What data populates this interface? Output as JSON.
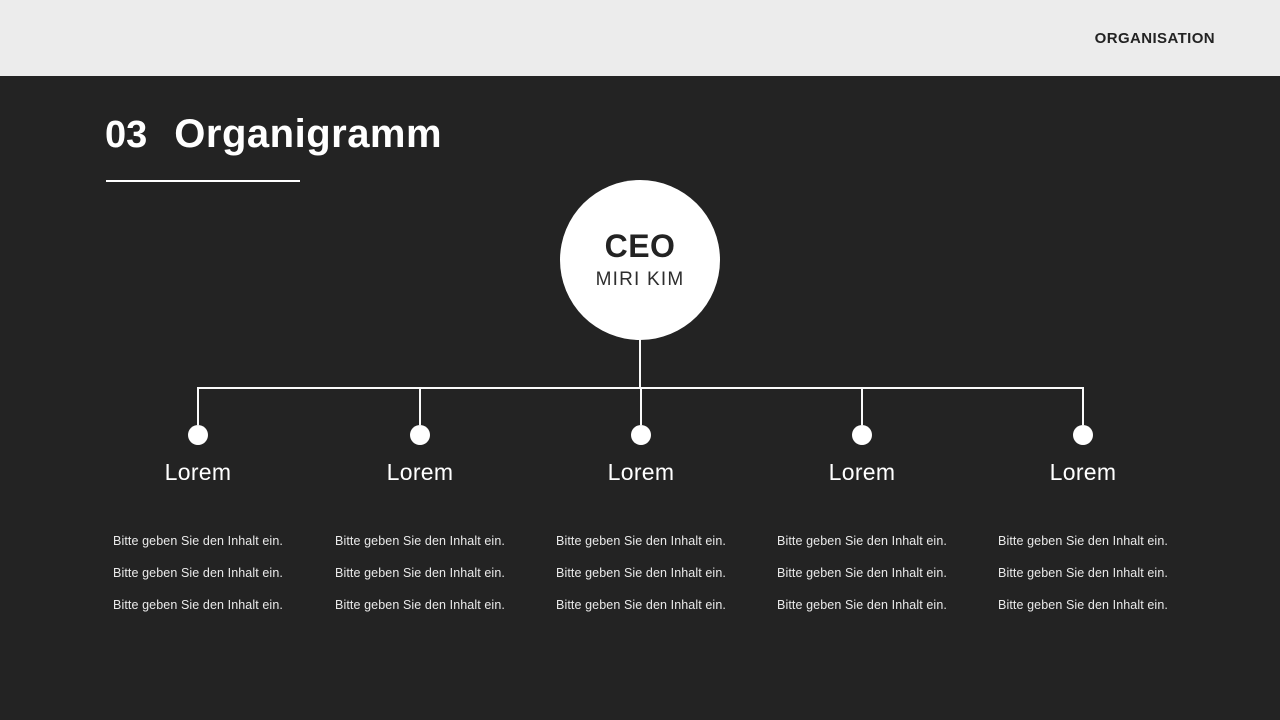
{
  "topbar": {
    "label": "ORGANISATION"
  },
  "title": {
    "number": "03",
    "text": "Organigramm"
  },
  "org_chart": {
    "ceo": {
      "role": "CEO",
      "name": "MIRI KIM"
    },
    "columns": [
      {
        "title": "Lorem",
        "lines": [
          "Bitte geben Sie den Inhalt ein.",
          "Bitte geben Sie den Inhalt ein.",
          "Bitte geben Sie den Inhalt ein."
        ]
      },
      {
        "title": "Lorem",
        "lines": [
          "Bitte geben Sie den Inhalt ein.",
          "Bitte geben Sie den Inhalt ein.",
          "Bitte geben Sie den Inhalt ein."
        ]
      },
      {
        "title": "Lorem",
        "lines": [
          "Bitte geben Sie den Inhalt ein.",
          "Bitte geben Sie den Inhalt ein.",
          "Bitte geben Sie den Inhalt ein."
        ]
      },
      {
        "title": "Lorem",
        "lines": [
          "Bitte geben Sie den Inhalt ein.",
          "Bitte geben Sie den Inhalt ein.",
          "Bitte geben Sie den Inhalt ein."
        ]
      },
      {
        "title": "Lorem",
        "lines": [
          "Bitte geben Sie den Inhalt ein.",
          "Bitte geben Sie den Inhalt ein.",
          "Bitte geben Sie den Inhalt ein."
        ]
      }
    ]
  },
  "colors": {
    "background": "#232323",
    "topbar_background": "#ececec",
    "line_white": "#fafafa",
    "text_white": "#ffffff",
    "text_dark": "#232323"
  }
}
